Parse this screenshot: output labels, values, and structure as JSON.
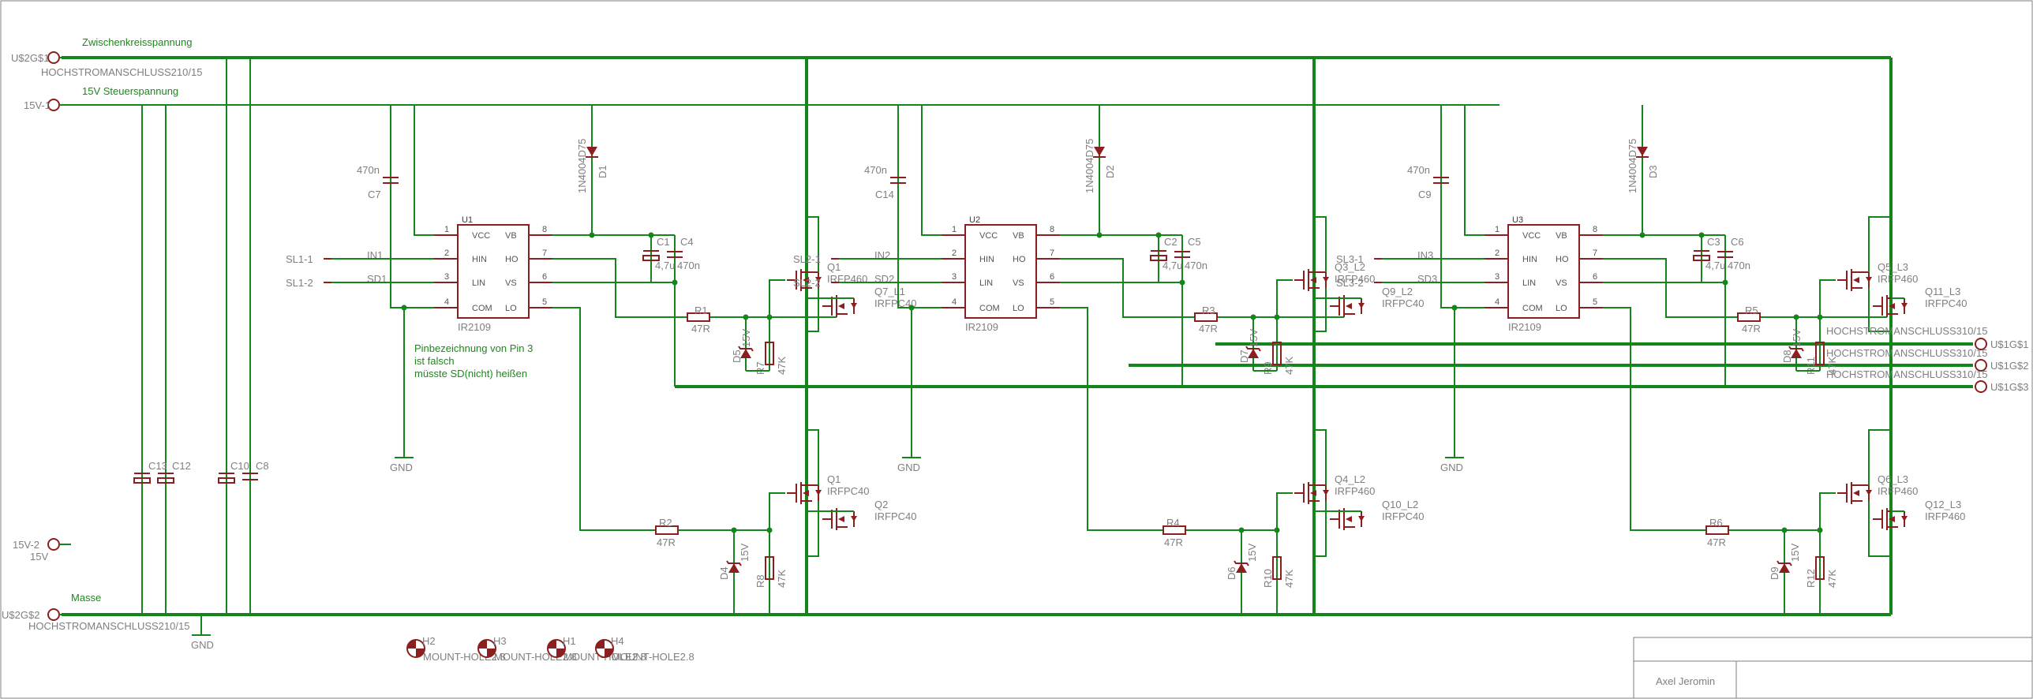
{
  "notes": {
    "dc_link": "Zwischenkreisspannung",
    "control": "15V Steuerspannung",
    "ground": "Masse",
    "pin_note_1": "Pinbezeichnung von Pin 3",
    "pin_note_2": "ist falsch",
    "pin_note_3": "müsste SD(nicht) heißen"
  },
  "ports": {
    "usg1": "U$2G$1",
    "hc1": "HOCHSTROMANSCHLUSS210/15",
    "v15_1": "15V-1",
    "v15_2": "15V-2",
    "v15_2b": "15V",
    "usg2": "U$2G$2",
    "hc2": "HOCHSTROMANSCHLUSS210/15",
    "gnd": "GND",
    "out1": "U$1G$1",
    "out2": "U$1G$2",
    "out3": "U$1G$3",
    "hc_out1": "HOCHSTROMANSCHLUSS310/15",
    "hc_out2": "HOCHSTROMANSCHLUSS310/15",
    "hc_out3": "HOCHSTROMANSCHLUSS310/15"
  },
  "caps_left": {
    "c13": "C13",
    "c12": "C12",
    "c10": "C10",
    "c8": "C8"
  },
  "holes": [
    {
      "name": "H2",
      "value": "MOUNT-HOLE2.8"
    },
    {
      "name": "H3",
      "value": "MOUNT-HOLE2.8"
    },
    {
      "name": "H1",
      "value": "MOUNT-HOLE2.8"
    },
    {
      "name": "H4",
      "value": "MOUNT-HOLE2.8"
    }
  ],
  "pins": {
    "vcc": "VCC",
    "hin": "HIN",
    "lin": "LIN",
    "com": "COM",
    "vb": "VB",
    "ho": "HO",
    "vs": "VS",
    "lo": "LO",
    "p1": "1",
    "p2": "2",
    "p3": "3",
    "p4": "4",
    "p5": "5",
    "p6": "6",
    "p7": "7",
    "p8": "8"
  },
  "stages": [
    {
      "ic": "U1",
      "ic_val": "IR2109",
      "c_vcc": "C7",
      "c_vcc_val": "470n",
      "diode": "D1",
      "diode_val": "1N4004D75",
      "cb1": "C1",
      "cb1_val": "4,7u",
      "cb2": "C4",
      "cb2_val": "470n",
      "in1": "SL1-1",
      "in1_net": "IN1",
      "in2": "SL1-2",
      "in2_net": "SD1",
      "rg_hi": "R1",
      "rg_hi_val": "47R",
      "z_hi": "D5",
      "z_hi_val": "15V",
      "rp_hi": "R7",
      "rp_hi_val": "47K",
      "q_hi_a": "Q1",
      "q_hi_a_val": "IRFP460",
      "q_hi_b": "Q7_L1",
      "q_hi_b_val": "IRFPC40",
      "rg_lo": "R2",
      "rg_lo_val": "47R",
      "z_lo": "D4",
      "z_lo_val": "15V",
      "rp_lo": "R8",
      "rp_lo_val": "47K",
      "q_lo_a": "Q1",
      "q_lo_a_val": "IRFPC40",
      "q_lo_b": "Q2",
      "q_lo_b_val": "IRFPC40",
      "gnd": "GND"
    },
    {
      "ic": "U2",
      "ic_val": "IR2109",
      "c_vcc": "C14",
      "c_vcc_val": "470n",
      "diode": "D2",
      "diode_val": "1N4004D75",
      "cb1": "C2",
      "cb1_val": "4,7u",
      "cb2": "C5",
      "cb2_val": "470n",
      "in1": "SL2-1",
      "in1_net": "IN2",
      "in2": "SL2-2",
      "in2_net": "SD2",
      "rg_hi": "R3",
      "rg_hi_val": "47R",
      "z_hi": "D7",
      "z_hi_val": "15V",
      "rp_hi": "R9",
      "rp_hi_val": "47K",
      "q_hi_a": "Q3_L2",
      "q_hi_a_val": "IRFP460",
      "q_hi_b": "Q9_L2",
      "q_hi_b_val": "IRFPC40",
      "rg_lo": "R4",
      "rg_lo_val": "47R",
      "z_lo": "D6",
      "z_lo_val": "15V",
      "rp_lo": "R10",
      "rp_lo_val": "47K",
      "q_lo_a": "Q4_L2",
      "q_lo_a_val": "IRFP460",
      "q_lo_b": "Q10_L2",
      "q_lo_b_val": "IRFPC40",
      "gnd": "GND"
    },
    {
      "ic": "U3",
      "ic_val": "IR2109",
      "c_vcc": "C9",
      "c_vcc_val": "470n",
      "diode": "D3",
      "diode_val": "1N4004D75",
      "cb1": "C3",
      "cb1_val": "4,7u",
      "cb2": "C6",
      "cb2_val": "470n",
      "in1": "SL3-1",
      "in1_net": "IN3",
      "in2": "SL3-2",
      "in2_net": "SD3",
      "rg_hi": "R5",
      "rg_hi_val": "47R",
      "z_hi": "D8",
      "z_hi_val": "15V",
      "rp_hi": "R11",
      "rp_hi_val": "47K",
      "q_hi_a": "Q5_L3",
      "q_hi_a_val": "IRFP460",
      "q_hi_b": "Q11_L3",
      "q_hi_b_val": "IRFPC40",
      "rg_lo": "R6",
      "rg_lo_val": "47R",
      "z_lo": "D9",
      "z_lo_val": "15V",
      "rp_lo": "R12",
      "rp_lo_val": "47K",
      "q_lo_a": "Q6_L3",
      "q_lo_a_val": "IRFP460",
      "q_lo_b": "Q12_L3",
      "q_lo_b_val": "IRFP460",
      "gnd": "GND"
    }
  ],
  "title_block": {
    "author": "Axel Jeromin"
  },
  "colors": {
    "wire": "#14851a",
    "symbol": "#8b1e1e",
    "label": "#7f7f7f",
    "note": "#1a8a1a"
  }
}
